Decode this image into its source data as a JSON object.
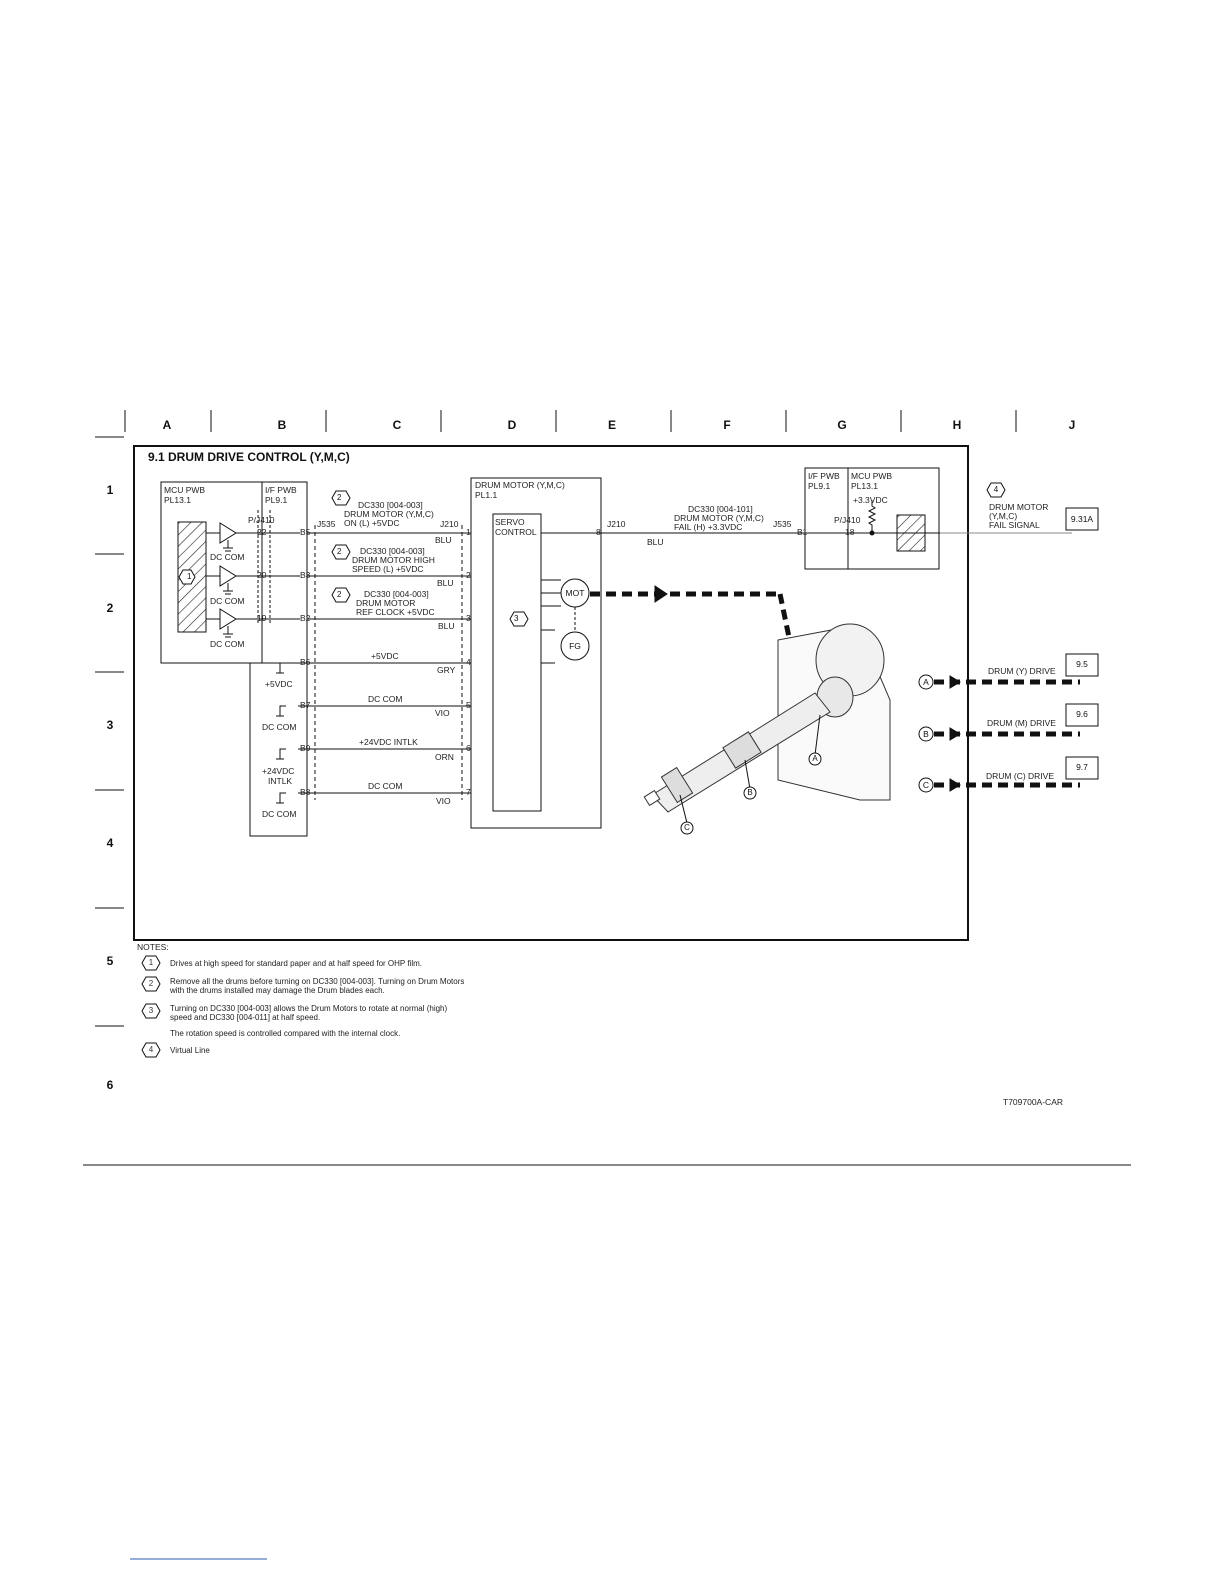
{
  "columns": [
    "A",
    "B",
    "C",
    "D",
    "E",
    "F",
    "G",
    "H",
    "J"
  ],
  "rows": [
    "1",
    "2",
    "3",
    "4",
    "5",
    "6"
  ],
  "title": "9.1 DRUM DRIVE CONTROL (Y,M,C)",
  "blocks": {
    "mcu_pwb": {
      "name": "MCU PWB",
      "pl": "PL13.1"
    },
    "if_pwb": {
      "name": "I/F PWB",
      "pl": "PL9.1"
    },
    "drum_motor": {
      "name": "DRUM MOTOR (Y,M,C)",
      "pl": "PL1.1"
    },
    "servo": {
      "line1": "SERVO",
      "line2": "CONTROL"
    },
    "mot": "MOT",
    "fg": "FG",
    "right_if": {
      "name": "I/F PWB",
      "pl": "PL9.1"
    },
    "right_mcu": {
      "name": "MCU PWB",
      "pl": "PL13.1",
      "vdc": "+3.3VDC",
      "conn": "P/J410",
      "pin": "18"
    }
  },
  "connectors": {
    "pj410": "P/J410",
    "j535": "J535",
    "j210": "J210",
    "j210r": "J210",
    "j535r": "J535",
    "b1": "B1",
    "pin8": "8"
  },
  "left_pins": [
    "22",
    "20",
    "19"
  ],
  "dc_com": [
    "DC COM",
    "DC COM",
    "DC COM"
  ],
  "bpins": [
    "B5",
    "B3",
    "B2",
    "B6",
    "B7",
    "B9",
    "B8"
  ],
  "rpins": [
    "1",
    "2",
    "3",
    "4",
    "5",
    "6",
    "7"
  ],
  "wires": {
    "w1": {
      "line1": "DC330  [004-003]",
      "line2": "DRUM MOTOR (Y,M,C)",
      "line3": "ON (L) +5VDC",
      "color": "BLU"
    },
    "w2": {
      "line1": "DC330  [004-003]",
      "line2": "DRUM MOTOR HIGH",
      "line3": "SPEED (L) +5VDC",
      "color": "BLU"
    },
    "w3": {
      "line1": "DC330  [004-003]",
      "line2": "DRUM MOTOR",
      "line3": "REF CLOCK +5VDC",
      "color": "BLU"
    },
    "w4": {
      "label": "+5VDC",
      "color": "GRY"
    },
    "w5": {
      "label": "DC COM",
      "color": "VIO"
    },
    "w6": {
      "label": "+24VDC INTLK",
      "color": "ORN"
    },
    "w7": {
      "label": "DC COM",
      "color": "VIO"
    },
    "fail": {
      "line1": "DC330  [004-101]",
      "line2": "DRUM MOTOR (Y,M,C)",
      "line3": "FAIL (H) +3.3VDC",
      "color": "BLU"
    }
  },
  "bus_labels": {
    "p5vdc": "+5VDC",
    "dccom1": "DC COM",
    "p24a": "+24VDC",
    "p24b": "INTLK",
    "dccom2": "DC COM"
  },
  "callouts": [
    "1",
    "2",
    "2",
    "2",
    "3",
    "4"
  ],
  "fail_signal": {
    "line1": "DRUM MOTOR",
    "line2": "(Y,M,C)",
    "line3": "FAIL SIGNAL",
    "ref": "9.31A"
  },
  "drives": [
    {
      "letter": "A",
      "label": "DRUM (Y) DRIVE",
      "ref": "9.5"
    },
    {
      "letter": "B",
      "label": "DRUM (M) DRIVE",
      "ref": "9.6"
    },
    {
      "letter": "C",
      "label": "DRUM (C) DRIVE",
      "ref": "9.7"
    }
  ],
  "part_letters": [
    "A",
    "B",
    "C"
  ],
  "notes_header": "NOTES:",
  "notes": [
    {
      "num": "1",
      "text": "Drives at high speed for standard paper and at half speed for OHP film."
    },
    {
      "num": "2",
      "text": "Remove all the drums before turning on DC330 [004-003].  Turning on Drum Motors with the drums installed may damage the Drum            blades each."
    },
    {
      "num": "3",
      "text": "Turning on DC330 [004-003] allows the Drum Motors to rotate at normal (high) speed and DC330 [004-011] at half speed."
    },
    {
      "num": "",
      "text": "The rotation  speed is controlled compared with the internal clock."
    },
    {
      "num": "4",
      "text": "Virtual Line"
    }
  ],
  "figure_id": "T709700A-CAR"
}
